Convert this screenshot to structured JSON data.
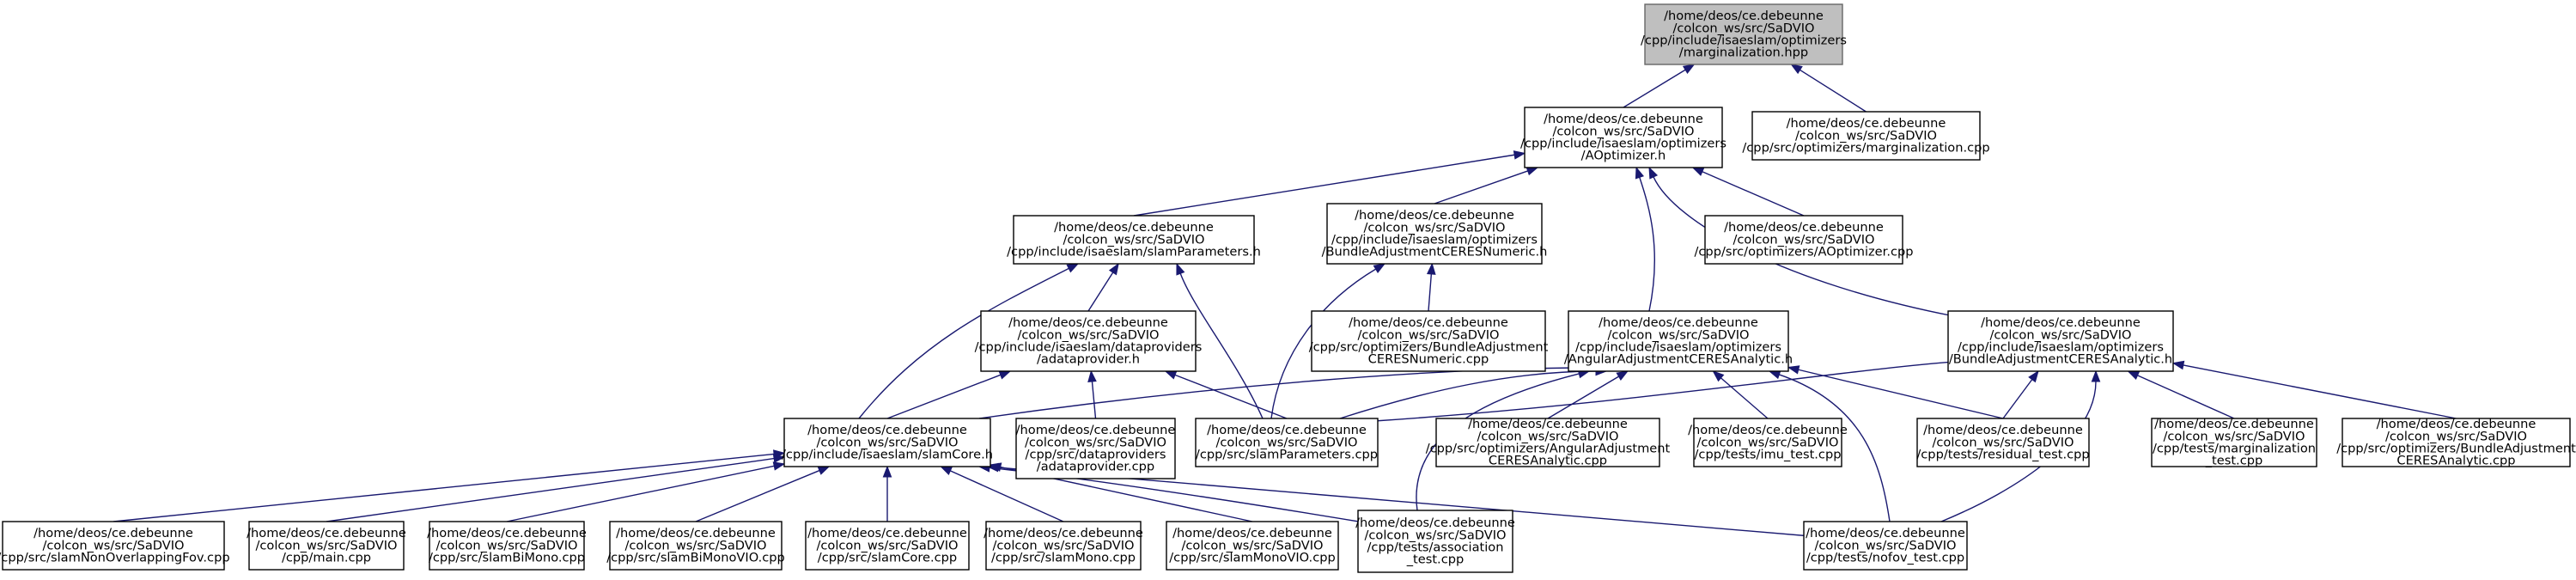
{
  "nodes": {
    "marginalization_h": [
      "/home/deos/ce.debeunne",
      "/colcon_ws/src/SaDVIO",
      "/cpp/include/isaeslam/optimizers",
      "/marginalization.hpp"
    ],
    "aoptimizer_h": [
      "/home/deos/ce.debeunne",
      "/colcon_ws/src/SaDVIO",
      "/cpp/include/isaeslam/optimizers",
      "/AOptimizer.h"
    ],
    "marginalization_cpp": [
      "/home/deos/ce.debeunne",
      "/colcon_ws/src/SaDVIO",
      "/cpp/src/optimizers/marginalization.cpp"
    ],
    "slamparameters_h": [
      "/home/deos/ce.debeunne",
      "/colcon_ws/src/SaDVIO",
      "/cpp/include/isaeslam/slamParameters.h"
    ],
    "ba_numeric_h": [
      "/home/deos/ce.debeunne",
      "/colcon_ws/src/SaDVIO",
      "/cpp/include/isaeslam/optimizers",
      "/BundleAdjustmentCERESNumeric.h"
    ],
    "aoptimizer_cpp": [
      "/home/deos/ce.debeunne",
      "/colcon_ws/src/SaDVIO",
      "/cpp/src/optimizers/AOptimizer.cpp"
    ],
    "adataprovider_h": [
      "/home/deos/ce.debeunne",
      "/colcon_ws/src/SaDVIO",
      "/cpp/include/isaeslam/dataproviders",
      "/adataprovider.h"
    ],
    "ba_numeric_cpp": [
      "/home/deos/ce.debeunne",
      "/colcon_ws/src/SaDVIO",
      "/cpp/src/optimizers/BundleAdjustment",
      "CERESNumeric.cpp"
    ],
    "angular_h": [
      "/home/deos/ce.debeunne",
      "/colcon_ws/src/SaDVIO",
      "/cpp/include/isaeslam/optimizers",
      "/AngularAdjustmentCERESAnalytic.h"
    ],
    "ba_analytic_h": [
      "/home/deos/ce.debeunne",
      "/colcon_ws/src/SaDVIO",
      "/cpp/include/isaeslam/optimizers",
      "/BundleAdjustmentCERESAnalytic.h"
    ],
    "slamcore_h": [
      "/home/deos/ce.debeunne",
      "/colcon_ws/src/SaDVIO",
      "/cpp/include/isaeslam/slamCore.h"
    ],
    "adataprovider_cpp": [
      "/home/deos/ce.debeunne",
      "/colcon_ws/src/SaDVIO",
      "/cpp/src/dataproviders",
      "/adataprovider.cpp"
    ],
    "slamparameters_cpp": [
      "/home/deos/ce.debeunne",
      "/colcon_ws/src/SaDVIO",
      "/cpp/src/slamParameters.cpp"
    ],
    "angular_cpp": [
      "/home/deos/ce.debeunne",
      "/colcon_ws/src/SaDVIO",
      "/cpp/src/optimizers/AngularAdjustment",
      "CERESAnalytic.cpp"
    ],
    "imu_test": [
      "/home/deos/ce.debeunne",
      "/colcon_ws/src/SaDVIO",
      "/cpp/tests/imu_test.cpp"
    ],
    "residual_test": [
      "/home/deos/ce.debeunne",
      "/colcon_ws/src/SaDVIO",
      "/cpp/tests/residual_test.cpp"
    ],
    "marginalization_test": [
      "/home/deos/ce.debeunne",
      "/colcon_ws/src/SaDVIO",
      "/cpp/tests/marginalization",
      "_test.cpp"
    ],
    "ba_analytic_cpp": [
      "/home/deos/ce.debeunne",
      "/colcon_ws/src/SaDVIO",
      "/cpp/src/optimizers/BundleAdjustment",
      "CERESAnalytic.cpp"
    ],
    "nonoverlapping": [
      "/home/deos/ce.debeunne",
      "/colcon_ws/src/SaDVIO",
      "/cpp/src/slamNonOverlappingFov.cpp"
    ],
    "main_cpp": [
      "/home/deos/ce.debeunne",
      "/colcon_ws/src/SaDVIO",
      "/cpp/main.cpp"
    ],
    "bimono": [
      "/home/deos/ce.debeunne",
      "/colcon_ws/src/SaDVIO",
      "/cpp/src/slamBiMono.cpp"
    ],
    "bimonovio": [
      "/home/deos/ce.debeunne",
      "/colcon_ws/src/SaDVIO",
      "/cpp/src/slamBiMonoVIO.cpp"
    ],
    "slamcore_cpp": [
      "/home/deos/ce.debeunne",
      "/colcon_ws/src/SaDVIO",
      "/cpp/src/slamCore.cpp"
    ],
    "slammono": [
      "/home/deos/ce.debeunne",
      "/colcon_ws/src/SaDVIO",
      "/cpp/src/slamMono.cpp"
    ],
    "slammonovio": [
      "/home/deos/ce.debeunne",
      "/colcon_ws/src/SaDVIO",
      "/cpp/src/slamMonoVIO.cpp"
    ],
    "association_test": [
      "/home/deos/ce.debeunne",
      "/colcon_ws/src/SaDVIO",
      "/cpp/tests/association",
      "_test.cpp"
    ],
    "nofov_test": [
      "/home/deos/ce.debeunne",
      "/colcon_ws/src/SaDVIO",
      "/cpp/tests/nofov_test.cpp"
    ]
  },
  "edges": [
    [
      "aoptimizer_h",
      "marginalization_h"
    ],
    [
      "marginalization_cpp",
      "marginalization_h"
    ],
    [
      "slamparameters_h",
      "aoptimizer_h"
    ],
    [
      "ba_numeric_h",
      "aoptimizer_h"
    ],
    [
      "aoptimizer_cpp",
      "aoptimizer_h"
    ],
    [
      "angular_h",
      "aoptimizer_h"
    ],
    [
      "ba_analytic_h",
      "aoptimizer_h"
    ],
    [
      "adataprovider_h",
      "slamparameters_h"
    ],
    [
      "slamcore_h",
      "slamparameters_h"
    ],
    [
      "slamparameters_cpp",
      "slamparameters_h"
    ],
    [
      "ba_numeric_cpp",
      "ba_numeric_h"
    ],
    [
      "slamparameters_cpp",
      "ba_numeric_h"
    ],
    [
      "slamcore_h",
      "adataprovider_h"
    ],
    [
      "adataprovider_cpp",
      "adataprovider_h"
    ],
    [
      "slamparameters_cpp",
      "adataprovider_h"
    ],
    [
      "slamcore_h",
      "angular_h"
    ],
    [
      "slamparameters_cpp",
      "angular_h"
    ],
    [
      "angular_cpp",
      "angular_h"
    ],
    [
      "imu_test",
      "angular_h"
    ],
    [
      "residual_test",
      "angular_h"
    ],
    [
      "association_test",
      "angular_h"
    ],
    [
      "nofov_test",
      "angular_h"
    ],
    [
      "slamparameters_cpp",
      "ba_analytic_h"
    ],
    [
      "residual_test",
      "ba_analytic_h"
    ],
    [
      "marginalization_test",
      "ba_analytic_h"
    ],
    [
      "ba_analytic_cpp",
      "ba_analytic_h"
    ],
    [
      "nofov_test",
      "ba_analytic_h"
    ],
    [
      "nonoverlapping",
      "slamcore_h"
    ],
    [
      "main_cpp",
      "slamcore_h"
    ],
    [
      "bimono",
      "slamcore_h"
    ],
    [
      "bimonovio",
      "slamcore_h"
    ],
    [
      "slamcore_cpp",
      "slamcore_h"
    ],
    [
      "slammono",
      "slamcore_h"
    ],
    [
      "slammonovio",
      "slamcore_h"
    ],
    [
      "association_test",
      "slamcore_h"
    ],
    [
      "nofov_test",
      "slamcore_h"
    ]
  ],
  "colors": {
    "edge": "#191970",
    "root_fill": "#bfbfbf",
    "root_stroke": "#666666",
    "node_fill": "#ffffff",
    "node_stroke": "#000000"
  }
}
